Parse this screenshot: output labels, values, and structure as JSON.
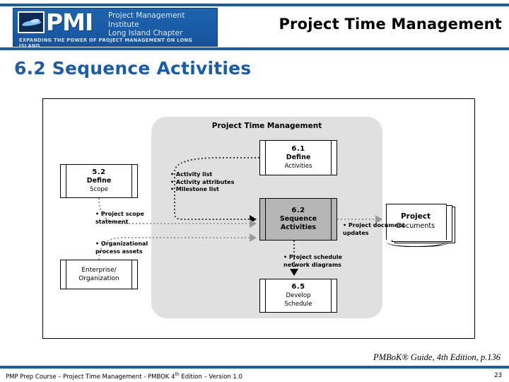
{
  "header": {
    "title": "Project Time Management",
    "logo": {
      "mark_text": "PMI",
      "org_line1": "Project Management Institute",
      "org_line2": "Long Island Chapter",
      "tagline": "Expanding the Power of Project Management on Long Island",
      "accent_color": "#1a5ca8"
    }
  },
  "slide": {
    "heading": "6.2 Sequence Activities"
  },
  "diagram": {
    "panel_title": "Project Time Management",
    "boxes": {
      "define_activities": {
        "number": "6.1",
        "line2": "Define",
        "line3": "Activities"
      },
      "sequence_activities": {
        "number": "6.2",
        "line2": "Sequence",
        "line3": "Activities"
      },
      "develop_schedule": {
        "number": "6.5",
        "line2": "Develop",
        "line3": "Schedule"
      },
      "define_scope": {
        "number": "5.2",
        "line2": "Define",
        "line3": "Scope"
      },
      "enterprise": {
        "line2": "Enterprise/",
        "line3": "Organization"
      },
      "project_documents": {
        "line1": "Project",
        "line2": "Documents"
      }
    },
    "labels": {
      "activity_outputs": "• Activity list\n• Activity attributes\n• Milestone list",
      "project_scope_statement": "• Project scope\n   statement",
      "organizational_process_assets": "• Organizational\n   process assets",
      "project_document_updates": "• Project document\n   updates",
      "project_schedule_network_diagrams": "• Project schedule\n   network diagrams"
    }
  },
  "citation": "PMBoK® Guide, 4th Edition, p.136",
  "footer": {
    "text_before": "PMP Prep Course – Project Time Management - PMBOK 4",
    "superscript": "th",
    "text_after": " Edition – Version 1.0",
    "page_number": "23"
  }
}
